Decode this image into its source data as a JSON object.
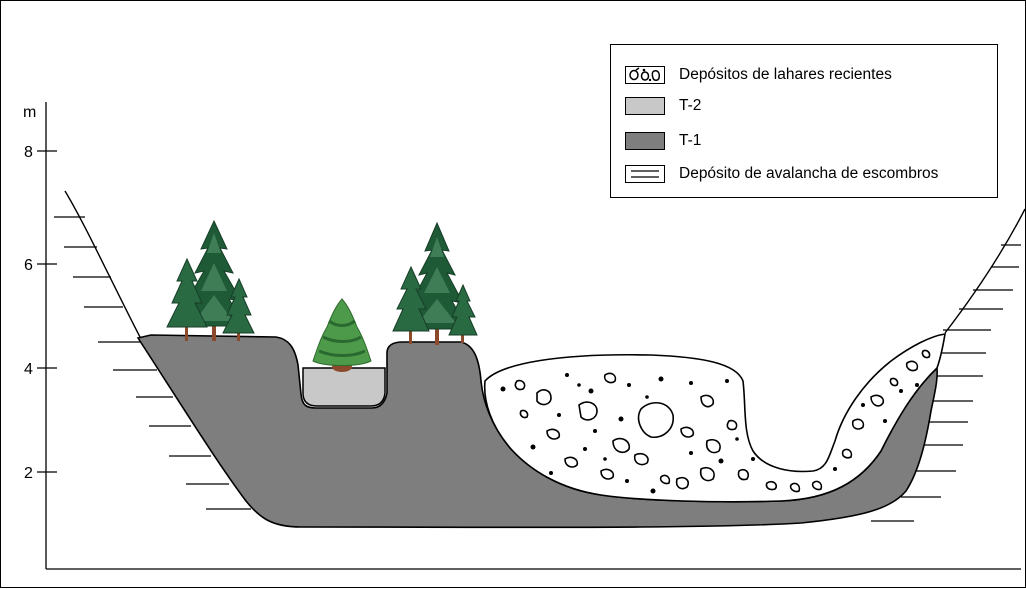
{
  "axis": {
    "unit": "m",
    "ticks": [
      "8",
      "6",
      "4",
      "2"
    ]
  },
  "legend": {
    "items": [
      {
        "label": "Depósitos de lahares recientes",
        "icon": "lahar-clasts-icon"
      },
      {
        "label": "T-2",
        "icon": "light-gray-fill"
      },
      {
        "label": "T-1",
        "icon": "dark-gray-fill"
      },
      {
        "label": "Depósito de avalancha de escombros",
        "icon": "horizontal-lines-icon"
      }
    ]
  },
  "colors": {
    "t1": "#7e7e7e",
    "t2": "#c8c8c8",
    "lahar": "#ffffff",
    "tree_dark": "#1f5a37",
    "tree_mid": "#3e7d55",
    "tree_light_bush": "#4d9a4a",
    "trunk": "#8b4a2b"
  }
}
